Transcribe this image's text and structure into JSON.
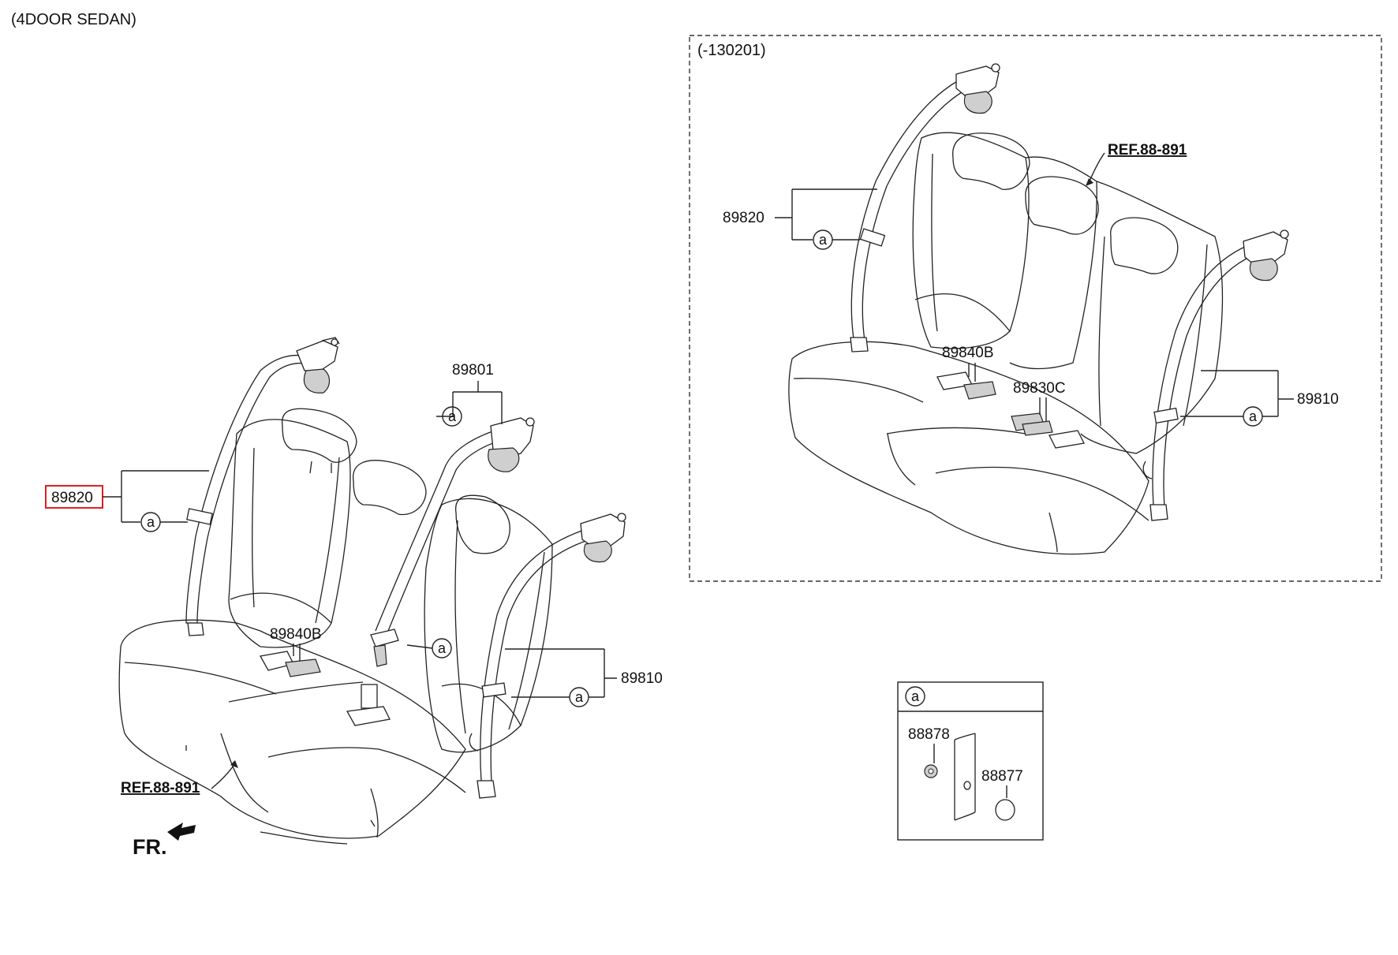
{
  "title": "(4DOOR SEDAN)",
  "inset_variant": "(-130201)",
  "front_indicator": "FR.",
  "ref_label": "REF.88-891",
  "circle_marker": "a",
  "main_view": {
    "callouts": {
      "belt_left": "89820",
      "buckle_center": "89801",
      "buckle_b": "89840B",
      "belt_right": "89810"
    }
  },
  "inset_view": {
    "callouts": {
      "belt_left": "89820",
      "buckle_b": "89840B",
      "buckle_c": "89830C",
      "belt_right": "89810"
    }
  },
  "detail_a": {
    "marker": "a",
    "part_cover": "88878",
    "part_cap": "88877"
  },
  "highlight": {
    "part": "89820",
    "color": "#e02020"
  }
}
